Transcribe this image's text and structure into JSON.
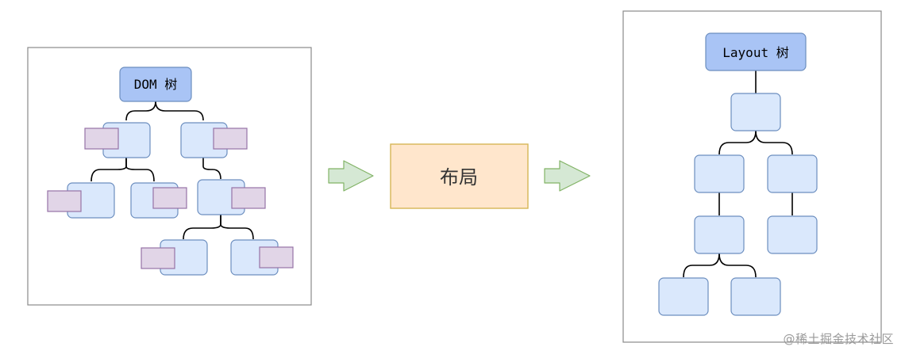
{
  "dom_tree": {
    "root_label": "DOM 树"
  },
  "process": {
    "label": "布局"
  },
  "layout_tree": {
    "root_label": "Layout 树"
  },
  "watermark": "@稀土掘金技术社区",
  "colors": {
    "root_fill": "#a9c4f5",
    "root_stroke": "#6c8ebf",
    "node_fill": "#dae8fc",
    "node_stroke": "#6c8ebf",
    "style_fill": "#e1d5e7",
    "style_stroke": "#9673a6",
    "process_fill": "#ffe6cc",
    "process_stroke": "#d6b656",
    "arrow_fill": "#d5e8d4",
    "arrow_stroke": "#82b366",
    "frame_stroke": "#8a8a8a",
    "edge": "#000000"
  }
}
